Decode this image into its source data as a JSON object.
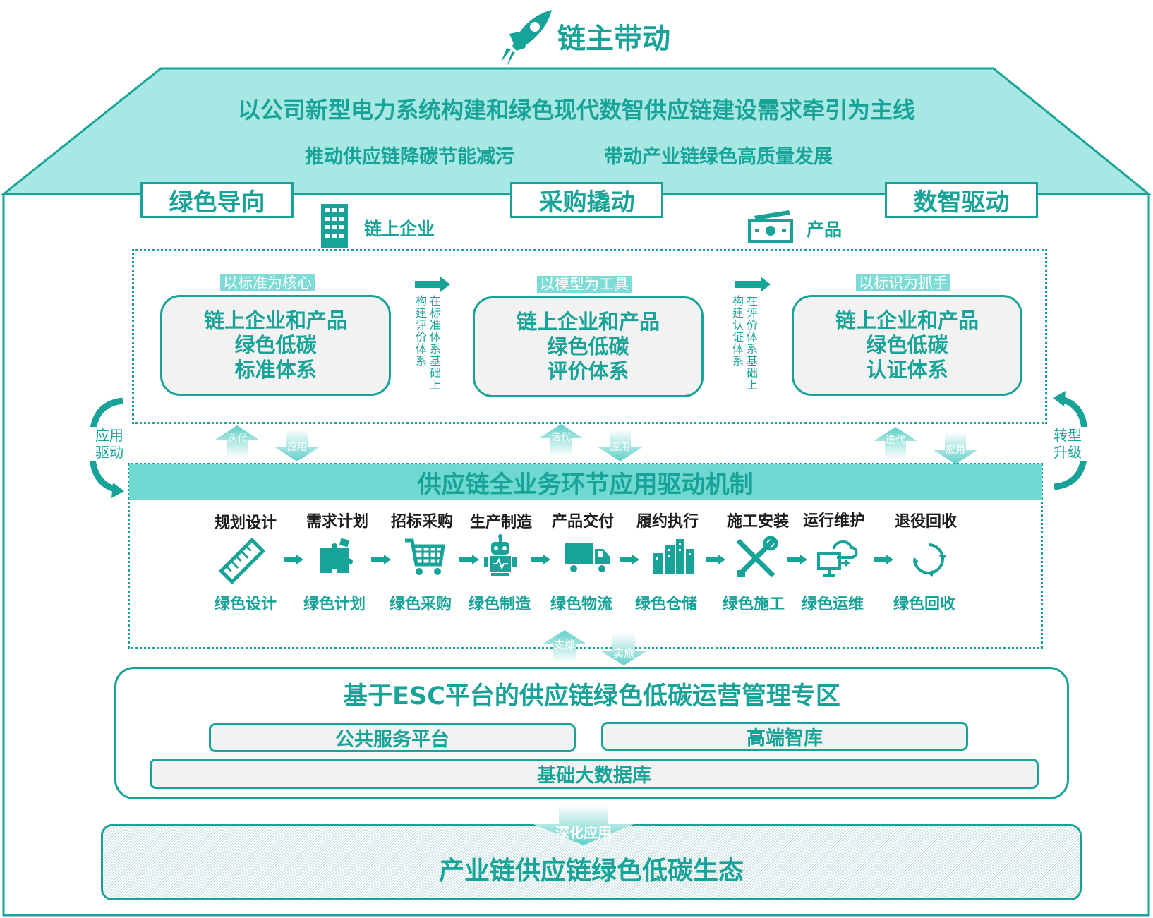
{
  "header": {
    "title": "链主带动",
    "mainline": "以公司新型电力系统构建和绿色现代数智供应链建设需求牵引为主线",
    "sub_left": "推动供应链降碳节能减污",
    "sub_right": "带动产业链绿色高质量发展"
  },
  "pillars": [
    "绿色导向",
    "采购撬动",
    "数智驱动"
  ],
  "subjects": {
    "enterprise": "链上企业",
    "product": "产品"
  },
  "systems": [
    {
      "tag": "以标准为核心",
      "lines": [
        "链上企业和产品",
        "绿色低碳",
        "标准体系"
      ]
    },
    {
      "tag": "以模型为工具",
      "lines": [
        "链上企业和产品",
        "绿色低碳",
        "评价体系"
      ]
    },
    {
      "tag": "以标识为抓手",
      "lines": [
        "链上企业和产品",
        "绿色低碳",
        "认证体系"
      ]
    }
  ],
  "links": [
    {
      "col1": "在标准体系基础上",
      "col2": "构建评价体系"
    },
    {
      "col1": "在评价体系基础上",
      "col2": "构建认证体系"
    }
  ],
  "side": {
    "left": [
      "应用",
      "驱动"
    ],
    "right": [
      "转型",
      "升级"
    ]
  },
  "updown": {
    "up": "迭代",
    "down": "应用"
  },
  "mechanism": {
    "title": "供应链全业务环节应用驱动机制",
    "stages": [
      {
        "top": "规划设计",
        "bottom": "绿色设计",
        "icon": "ruler-icon"
      },
      {
        "top": "需求计划",
        "bottom": "绿色计划",
        "icon": "puzzle-icon"
      },
      {
        "top": "招标采购",
        "bottom": "绿色采购",
        "icon": "cart-icon"
      },
      {
        "top": "生产制造",
        "bottom": "绿色制造",
        "icon": "robot-icon"
      },
      {
        "top": "产品交付",
        "bottom": "绿色物流",
        "icon": "truck-icon"
      },
      {
        "top": "履约执行",
        "bottom": "绿色仓储",
        "icon": "warehouse-icon"
      },
      {
        "top": "施工安装",
        "bottom": "绿色施工",
        "icon": "tools-icon"
      },
      {
        "top": "运行维护",
        "bottom": "绿色运维",
        "icon": "cloud-monitor-icon"
      },
      {
        "top": "退役回收",
        "bottom": "绿色回收",
        "icon": "recycle-icon"
      }
    ]
  },
  "support": {
    "up": "支撑",
    "down": "实施"
  },
  "platform": {
    "title": "基于ESC平台的供应链绿色低碳运营管理专区",
    "public": "公共服务平台",
    "think": "高端智库",
    "db": "基础大数据库"
  },
  "deepen": "深化应用",
  "ecology": "产业链供应链绿色低碳生态",
  "colors": {
    "teal": "#17a398",
    "roof": "#a8e8e4",
    "band": "#6fd8d1",
    "box": "#f2f2f2"
  }
}
